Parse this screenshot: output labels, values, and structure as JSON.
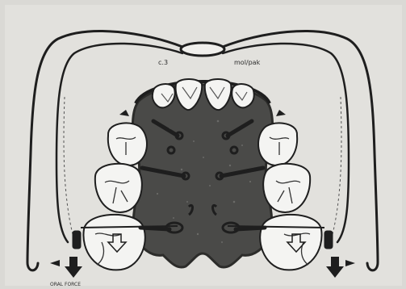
{
  "figure": {
    "background": "#d9d9d6",
    "ink": "#1e1e1e",
    "palate_fill": "#4a4a48",
    "tooth_fill": "#f4f4f2",
    "labels": {
      "left_incisor_mark": "c.3",
      "right_incisor_mark": "mol/pak",
      "bottom_left_caption": "ORAL FORCE"
    },
    "icons": [
      "force-arrow-down-icon",
      "force-arrow-side-icon",
      "hook-icon"
    ]
  }
}
